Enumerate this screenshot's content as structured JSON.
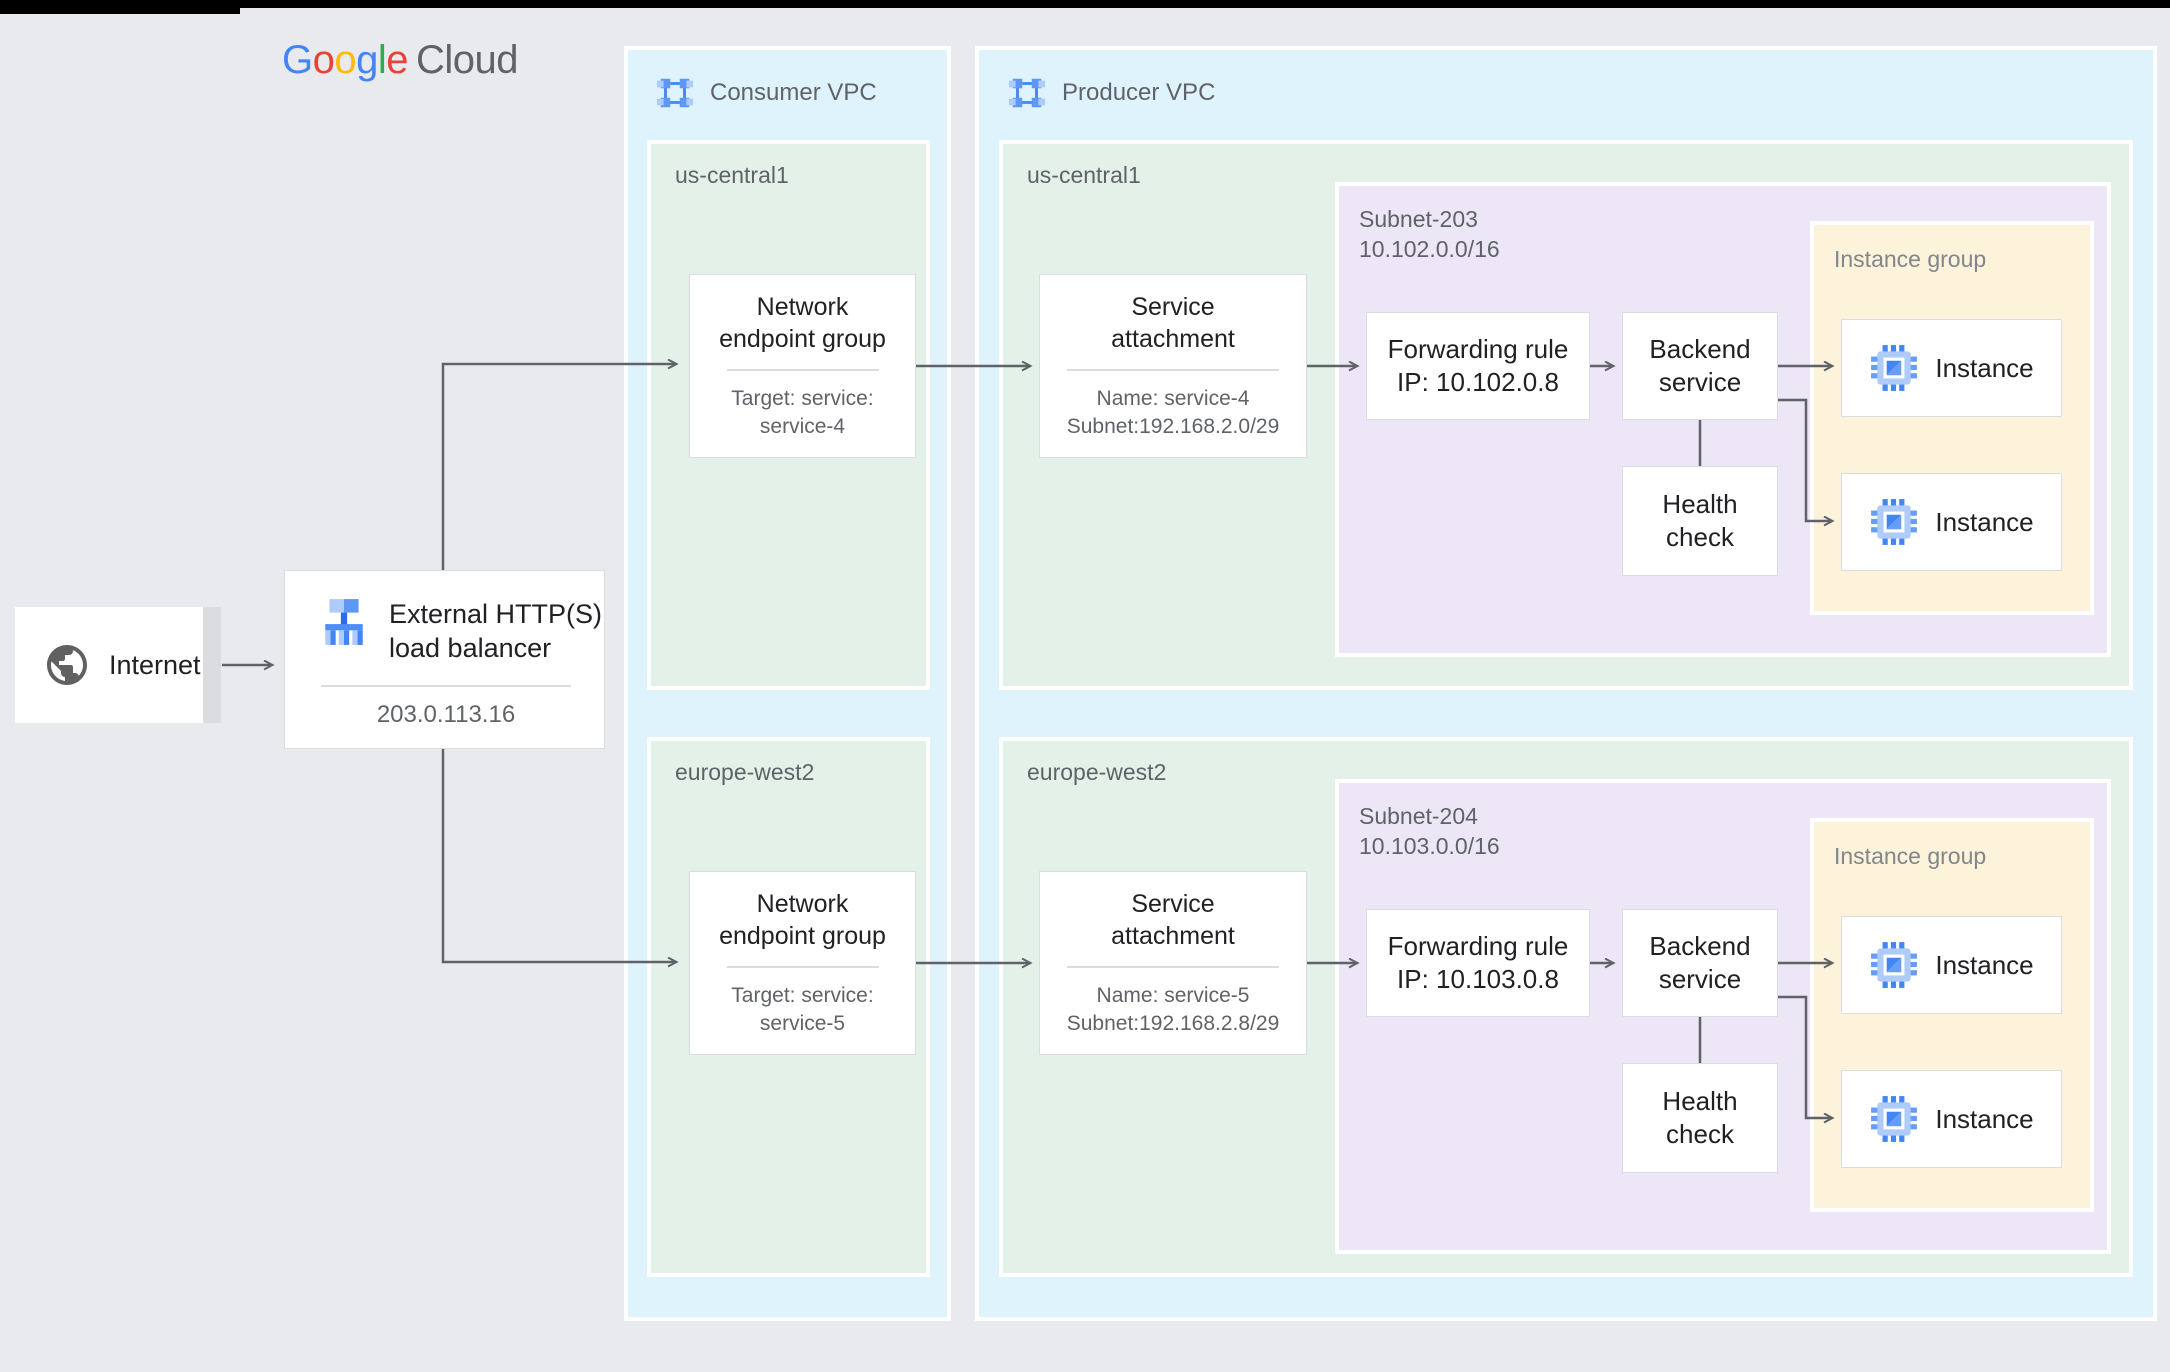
{
  "logo": {
    "letters": [
      "G",
      "o",
      "o",
      "g",
      "l",
      "e"
    ],
    "cloud": "Cloud",
    "letter_colors": [
      "#4285F4",
      "#EA4335",
      "#FBBC05",
      "#4285F4",
      "#34A853",
      "#EA4335"
    ]
  },
  "internet": {
    "label": "Internet"
  },
  "load_balancer": {
    "title_line1": "External HTTP(S)",
    "title_line2": "load balancer",
    "ip": "203.0.113.16"
  },
  "consumer_vpc": {
    "label": "Consumer VPC",
    "regions": [
      {
        "name": "us-central1",
        "neg_title": "Network endpoint group",
        "neg_sub1": "Target: service:",
        "neg_sub2": "service-4"
      },
      {
        "name": "europe-west2",
        "neg_title": "Network endpoint group",
        "neg_sub1": "Target: service:",
        "neg_sub2": "service-5"
      }
    ]
  },
  "producer_vpc": {
    "label": "Producer VPC",
    "regions": [
      {
        "name": "us-central1",
        "sa_title": "Service attachment",
        "sa_name": "Name: service-4",
        "sa_subnet": "Subnet:192.168.2.0/29",
        "subnet_name": "Subnet-203",
        "subnet_cidr": "10.102.0.0/16",
        "fr_line1": "Forwarding rule",
        "fr_line2": "IP: 10.102.0.8",
        "backend": "Backend service",
        "health": "Health check",
        "ig_label": "Instance group",
        "instance1": "Instance",
        "instance2": "Instance"
      },
      {
        "name": "europe-west2",
        "sa_title": "Service attachment",
        "sa_name": "Name: service-5",
        "sa_subnet": "Subnet:192.168.2.8/29",
        "subnet_name": "Subnet-204",
        "subnet_cidr": "10.103.0.0/16",
        "fr_line1": "Forwarding rule",
        "fr_line2": "IP: 10.103.0.8",
        "backend": "Backend service",
        "health": "Health check",
        "ig_label": "Instance group",
        "instance1": "Instance",
        "instance2": "Instance"
      }
    ]
  },
  "icons": {
    "vpc": "vpc-network-icon",
    "globe": "globe-icon",
    "load_balancer": "load-balancer-icon",
    "instance": "compute-chip-icon"
  },
  "colors": {
    "background": "#e8eaed",
    "panel_blue": "#dff3fc",
    "region_green": "#e3f1e8",
    "subnet_purple": "#ece6f6",
    "instance_group_yellow": "#fdf3da",
    "accent_blue": "#4285f4",
    "light_blue": "#aecbfa",
    "arrow_gray": "#5f6368",
    "border_gray": "#dadce0"
  }
}
